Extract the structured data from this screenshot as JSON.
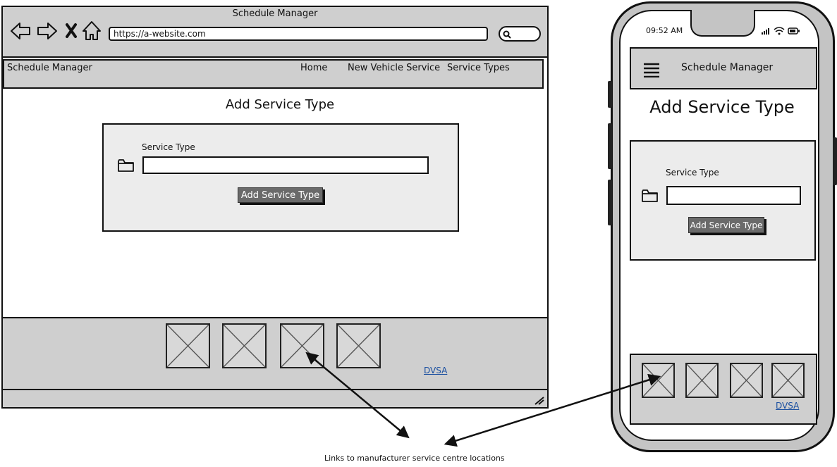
{
  "browser": {
    "window_title": "Schedule Manager",
    "url": "https://a-website.com"
  },
  "desktop": {
    "navbar": {
      "brand": "Schedule Manager",
      "links": [
        "Home",
        "New Vehicle Service",
        "Service Types"
      ]
    },
    "page_title": "Add Service Type",
    "form": {
      "field_label": "Service Type",
      "field_value": "",
      "submit_label": "Add Service Type"
    },
    "footer": {
      "image_count": 4,
      "link_label": "DVSA"
    }
  },
  "mobile": {
    "status_time": "09:52 AM",
    "header_title": "Schedule Manager",
    "page_title": "Add Service Type",
    "form": {
      "field_label": "Service Type",
      "field_value": "",
      "submit_label": "Add Service Type"
    },
    "footer": {
      "image_count": 4,
      "link_label": "DVSA"
    }
  },
  "annotation": {
    "text": "Links to manufacturer service centre locations"
  }
}
